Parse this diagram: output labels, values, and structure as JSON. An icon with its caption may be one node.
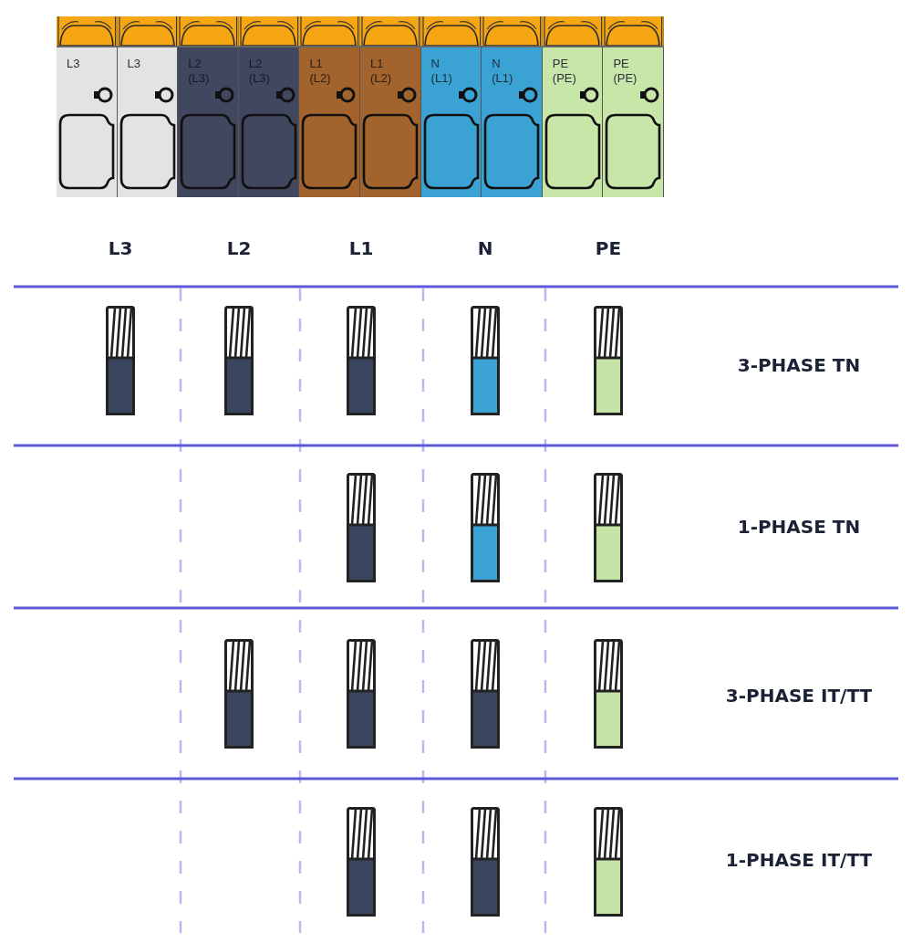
{
  "diagram": {
    "nodes": [
      {
        "text": [
          "L3"
        ]
      },
      {
        "text": [
          "L3"
        ]
      },
      {
        "text": [
          "L2 (L3)"
        ]
      },
      {
        "text": [
          "L2 (L3)"
        ]
      },
      {
        "text": [
          "L1 (L2)"
        ]
      },
      {
        "text": [
          "L1 (L2)"
        ]
      },
      {
        "text": [
          "N (L1)"
        ]
      },
      {
        "text": [
          "N (L1)"
        ]
      },
      {
        "text": [
          "PE (PE)"
        ]
      },
      {
        "text": [
          "PE (PE)"
        ]
      }
    ],
    "labels": [
      "L3",
      "L2",
      "L1",
      "N",
      "PE",
      "3-PHASE TN",
      "1-PHASE TN",
      "3-PHASE IT/TT",
      "1-PHASE IT/TT"
    ]
  }
}
